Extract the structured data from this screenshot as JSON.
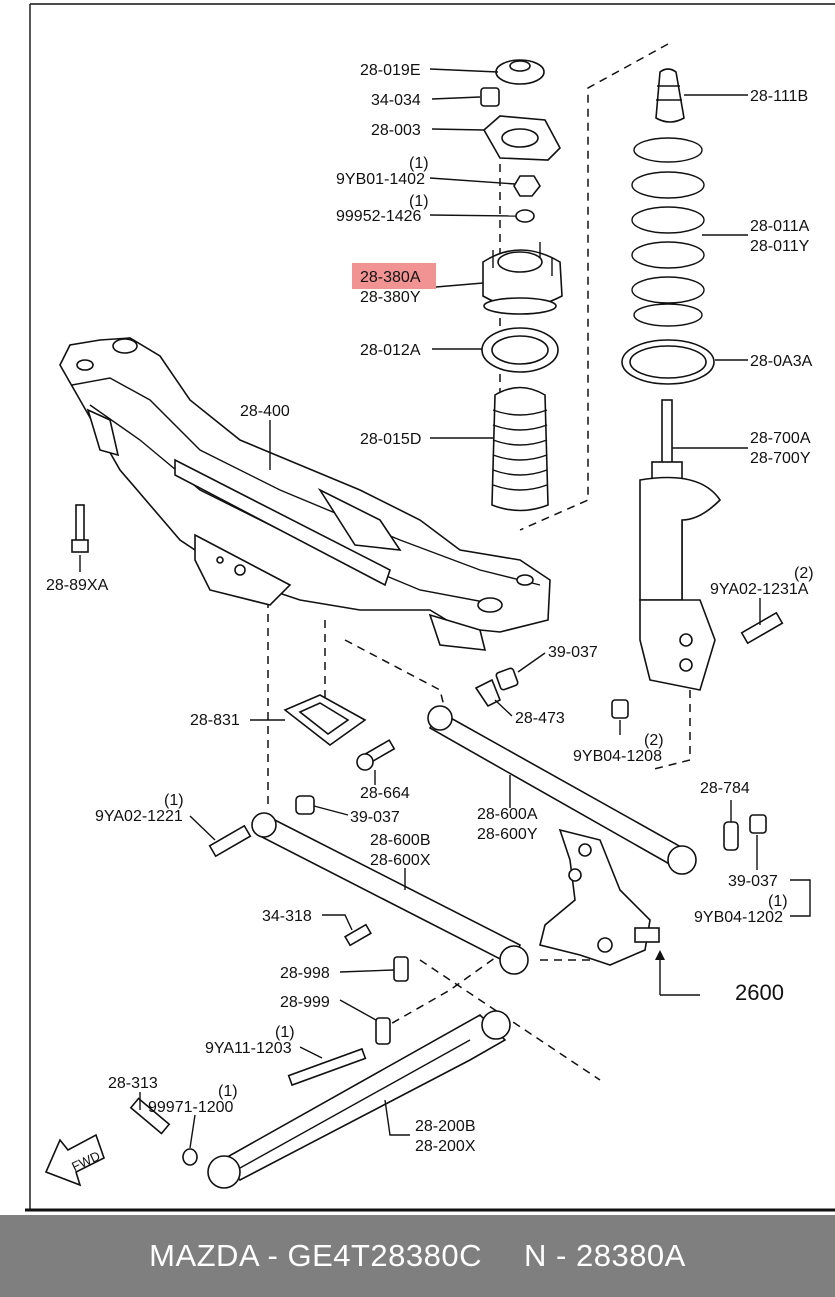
{
  "labels": {
    "l_28019e": "28-019E",
    "l_34034": "34-034",
    "l_28003": "28-003",
    "l_q1a": "(1)",
    "l_9yb01": "9YB01-1402",
    "l_q1b": "(1)",
    "l_99952": "99952-1426",
    "l_28380a": "28-380A",
    "l_28380y": "28-380Y",
    "l_28012a": "28-012A",
    "l_28400": "28-400",
    "l_28015d": "28-015D",
    "l_2889xa": "28-89XA",
    "l_28111b": "28-111B",
    "l_28011a": "28-011A",
    "l_28011y": "28-011Y",
    "l_280a3a": "28-0A3A",
    "l_28700a": "28-700A",
    "l_28700y": "28-700Y",
    "l_q2a": "(2)",
    "l_9ya02_1231a": "9YA02-1231A",
    "l_39037a": "39-037",
    "l_28473": "28-473",
    "l_q2b": "(2)",
    "l_9yb04_1208": "9YB04-1208",
    "l_28831": "28-831",
    "l_28664": "28-664",
    "l_q1c": "(1)",
    "l_9ya02_1221": "9YA02-1221",
    "l_39037b": "39-037",
    "l_28600a": "28-600A",
    "l_28600y": "28-600Y",
    "l_28784": "28-784",
    "l_28600b": "28-600B",
    "l_28600x": "28-600X",
    "l_39037c": "39-037",
    "l_q1d": "(1)",
    "l_9yb04_1202": "9YB04-1202",
    "l_34318": "34-318",
    "l_28998": "28-998",
    "l_2600": "2600",
    "l_28999": "28-999",
    "l_q1e": "(1)",
    "l_9ya11": "9YA11-1203",
    "l_28313": "28-313",
    "l_q1f": "(1)",
    "l_99971": "99971-1200",
    "l_28200b": "28-200B",
    "l_28200x": "28-200X",
    "l_fwd": "FWD"
  },
  "highlight": {
    "part": "28-380A",
    "color": "#f08080"
  },
  "footer": {
    "brand": "MAZDA - GE4T28380C",
    "number": "N - 28380A",
    "background": "#7f7f7f"
  }
}
